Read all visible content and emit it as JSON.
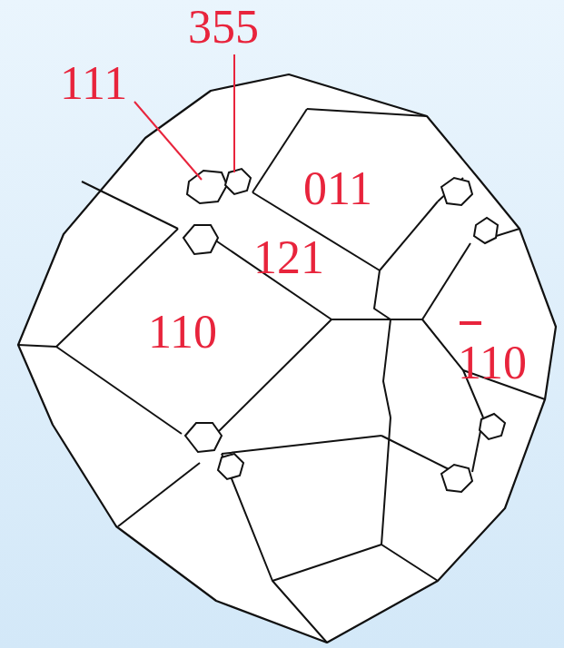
{
  "diagram": {
    "labels": [
      "355",
      "111",
      "011",
      "121",
      "110",
      "110"
    ]
  }
}
